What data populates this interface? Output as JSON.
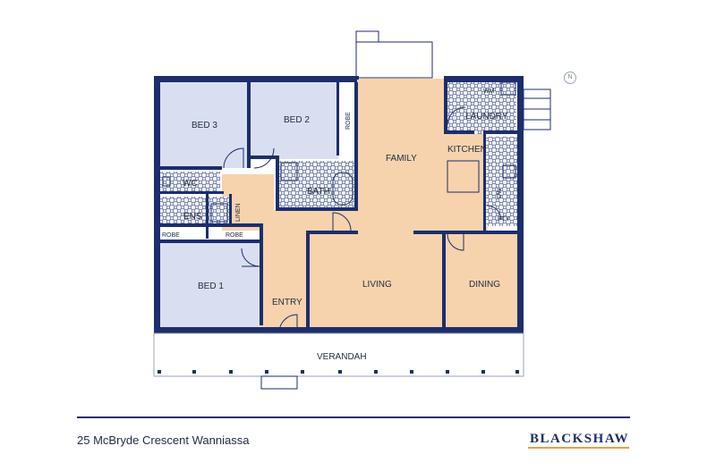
{
  "rooms": {
    "bed3": "BED 3",
    "bed2": "BED 2",
    "bed1": "BED 1",
    "family": "FAMILY",
    "kitchen": "KITCHEN",
    "laundry": "LAUNDRY",
    "wm": "WM",
    "bath": "BATH",
    "wc": "WC",
    "ens": "ENS",
    "linen": "LINEN",
    "robe": "ROBE",
    "robe_bed1_a": "ROBE",
    "robe_bed1_b": "ROBE",
    "dw": "DW",
    "pty": "PTY",
    "entry": "ENTRY",
    "living": "LIVING",
    "dining": "DINING",
    "verandah": "VERANDAH"
  },
  "footer": {
    "address": "25 McBryde Crescent Wanniassa",
    "brand": "BLACKSHAW"
  },
  "colors": {
    "bedroom_fill": "#d9dff0",
    "living_fill": "#f6d3ad",
    "wall": "#1c2e6b",
    "tile_bg": "#f2f4f8",
    "accent": "#e6a23c"
  },
  "compass": {
    "symbol": "N"
  }
}
